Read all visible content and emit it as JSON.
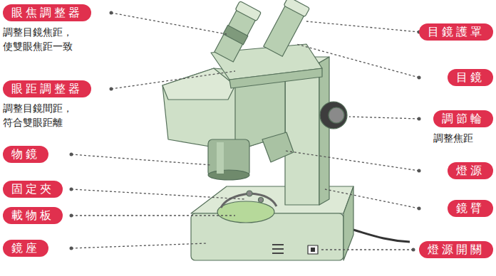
{
  "diagram": {
    "nodes": [
      {
        "text": [
          "眼焦調整器",
          "調整目鏡焦距， 使雙眼焦距一致"
        ]
      },
      {
        "text": [
          "眼距調整器",
          "調整目鏡間距， 符合雙眼距離"
        ]
      },
      {
        "text": [
          "物鏡"
        ]
      },
      {
        "text": [
          "固定夾"
        ]
      },
      {
        "text": [
          "載物板"
        ]
      },
      {
        "text": [
          "鏡座"
        ]
      },
      {
        "text": [
          "目鏡護罩"
        ]
      },
      {
        "text": [
          "目鏡"
        ]
      },
      {
        "text": [
          "調節輪",
          "調整焦距"
        ]
      },
      {
        "text": [
          "燈源"
        ]
      },
      {
        "text": [
          "鏡臂"
        ]
      },
      {
        "text": [
          "燈源開關"
        ]
      }
    ]
  }
}
